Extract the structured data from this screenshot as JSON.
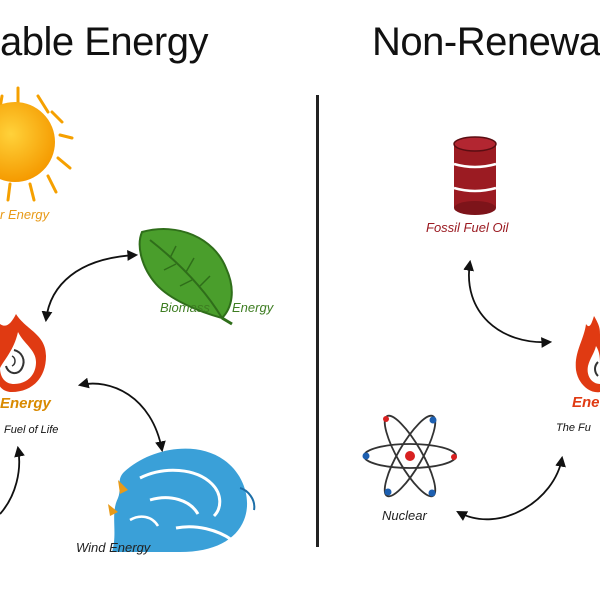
{
  "headings": {
    "left": "able Energy",
    "right": "Non-Renewa"
  },
  "renewable": {
    "solar_label": "r Energy",
    "biomass_label_1": "Biomass",
    "biomass_label_2": "Energy",
    "fire_label": "Energy",
    "fire_sublabel": "Fuel of Life",
    "wind_label": "Wind Energy"
  },
  "non_renewable": {
    "oil_label": "Fossil Fuel Oil",
    "fire_label": "Ene",
    "fire_sublabel": "The Fu",
    "nuclear_label": "Nuclear"
  },
  "colors": {
    "solar": "#f5a000",
    "leaf": "#3e8e26",
    "fire": "#e03a12",
    "fire_text": "#d98a00",
    "oil": "#9b1b22",
    "water": "#3aa0d8",
    "arrow": "#111111"
  }
}
